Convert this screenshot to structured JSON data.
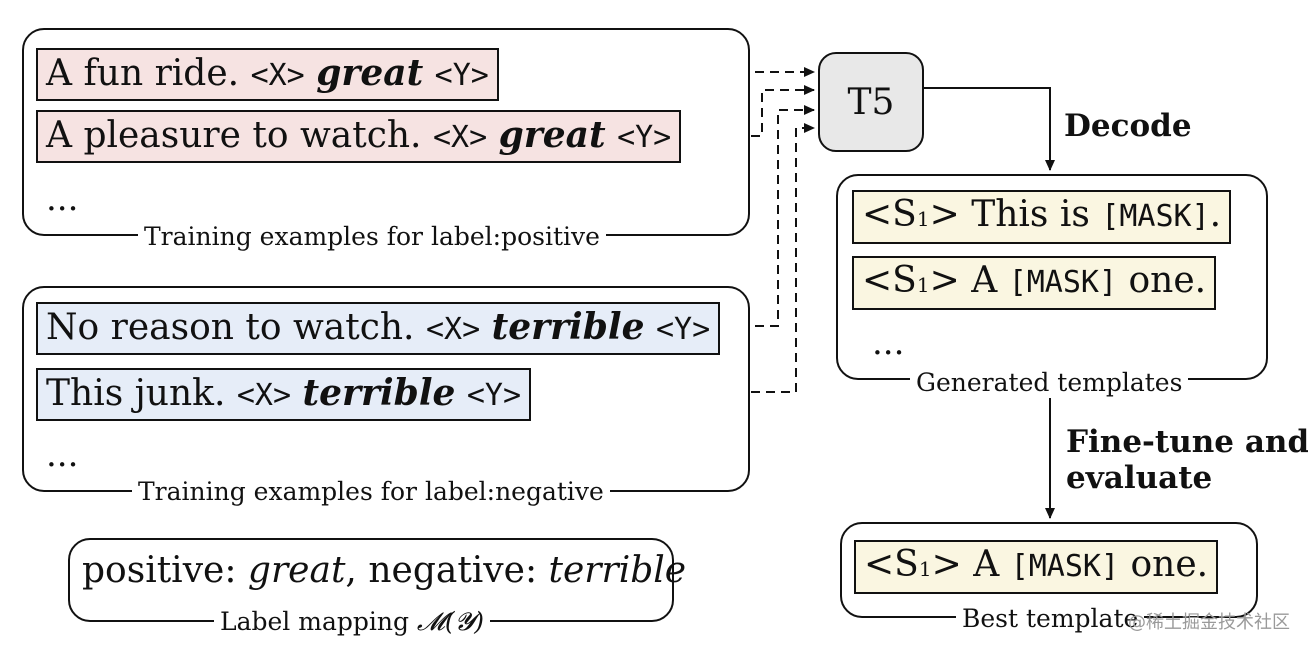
{
  "positive_group": {
    "caption": "Training examples for label:positive",
    "examples": [
      {
        "text": "A fun ride.",
        "x_token": "<X>",
        "label_word": "great",
        "y_token": "<Y>"
      },
      {
        "text": "A pleasure to watch.",
        "x_token": "<X>",
        "label_word": "great",
        "y_token": "<Y>"
      }
    ],
    "ellipsis": "..."
  },
  "negative_group": {
    "caption": "Training examples for label:negative",
    "examples": [
      {
        "text": "No reason to watch.",
        "x_token": "<X>",
        "label_word": "terrible",
        "y_token": "<Y>"
      },
      {
        "text": "This junk.",
        "x_token": "<X>",
        "label_word": "terrible",
        "y_token": "<Y>"
      }
    ],
    "ellipsis": "..."
  },
  "label_mapping": {
    "caption_text": "Label mapping",
    "caption_math": "𝓜(𝓨)",
    "pos_label": "positive:",
    "pos_word": "great",
    "separator": ",",
    "neg_label": "negative:",
    "neg_word": "terrible"
  },
  "model": {
    "name": "T5"
  },
  "steps": {
    "decode": "Decode",
    "finetune_line1": "Fine-tune and",
    "finetune_line2": "evaluate"
  },
  "generated": {
    "caption": "Generated templates",
    "templates": [
      {
        "s_open": "<S",
        "s_sub": "1",
        "s_close": ">",
        "pre": "This is",
        "mask": "[MASK]",
        "post": "."
      },
      {
        "s_open": "<S",
        "s_sub": "1",
        "s_close": ">",
        "pre": "A",
        "mask": "[MASK]",
        "post": "one."
      }
    ],
    "ellipsis": "..."
  },
  "best": {
    "caption": "Best template",
    "template": {
      "s_open": "<S",
      "s_sub": "1",
      "s_close": ">",
      "pre": "A",
      "mask": "[MASK]",
      "post": "one."
    }
  },
  "watermark": "@稀土掘金技术社区"
}
